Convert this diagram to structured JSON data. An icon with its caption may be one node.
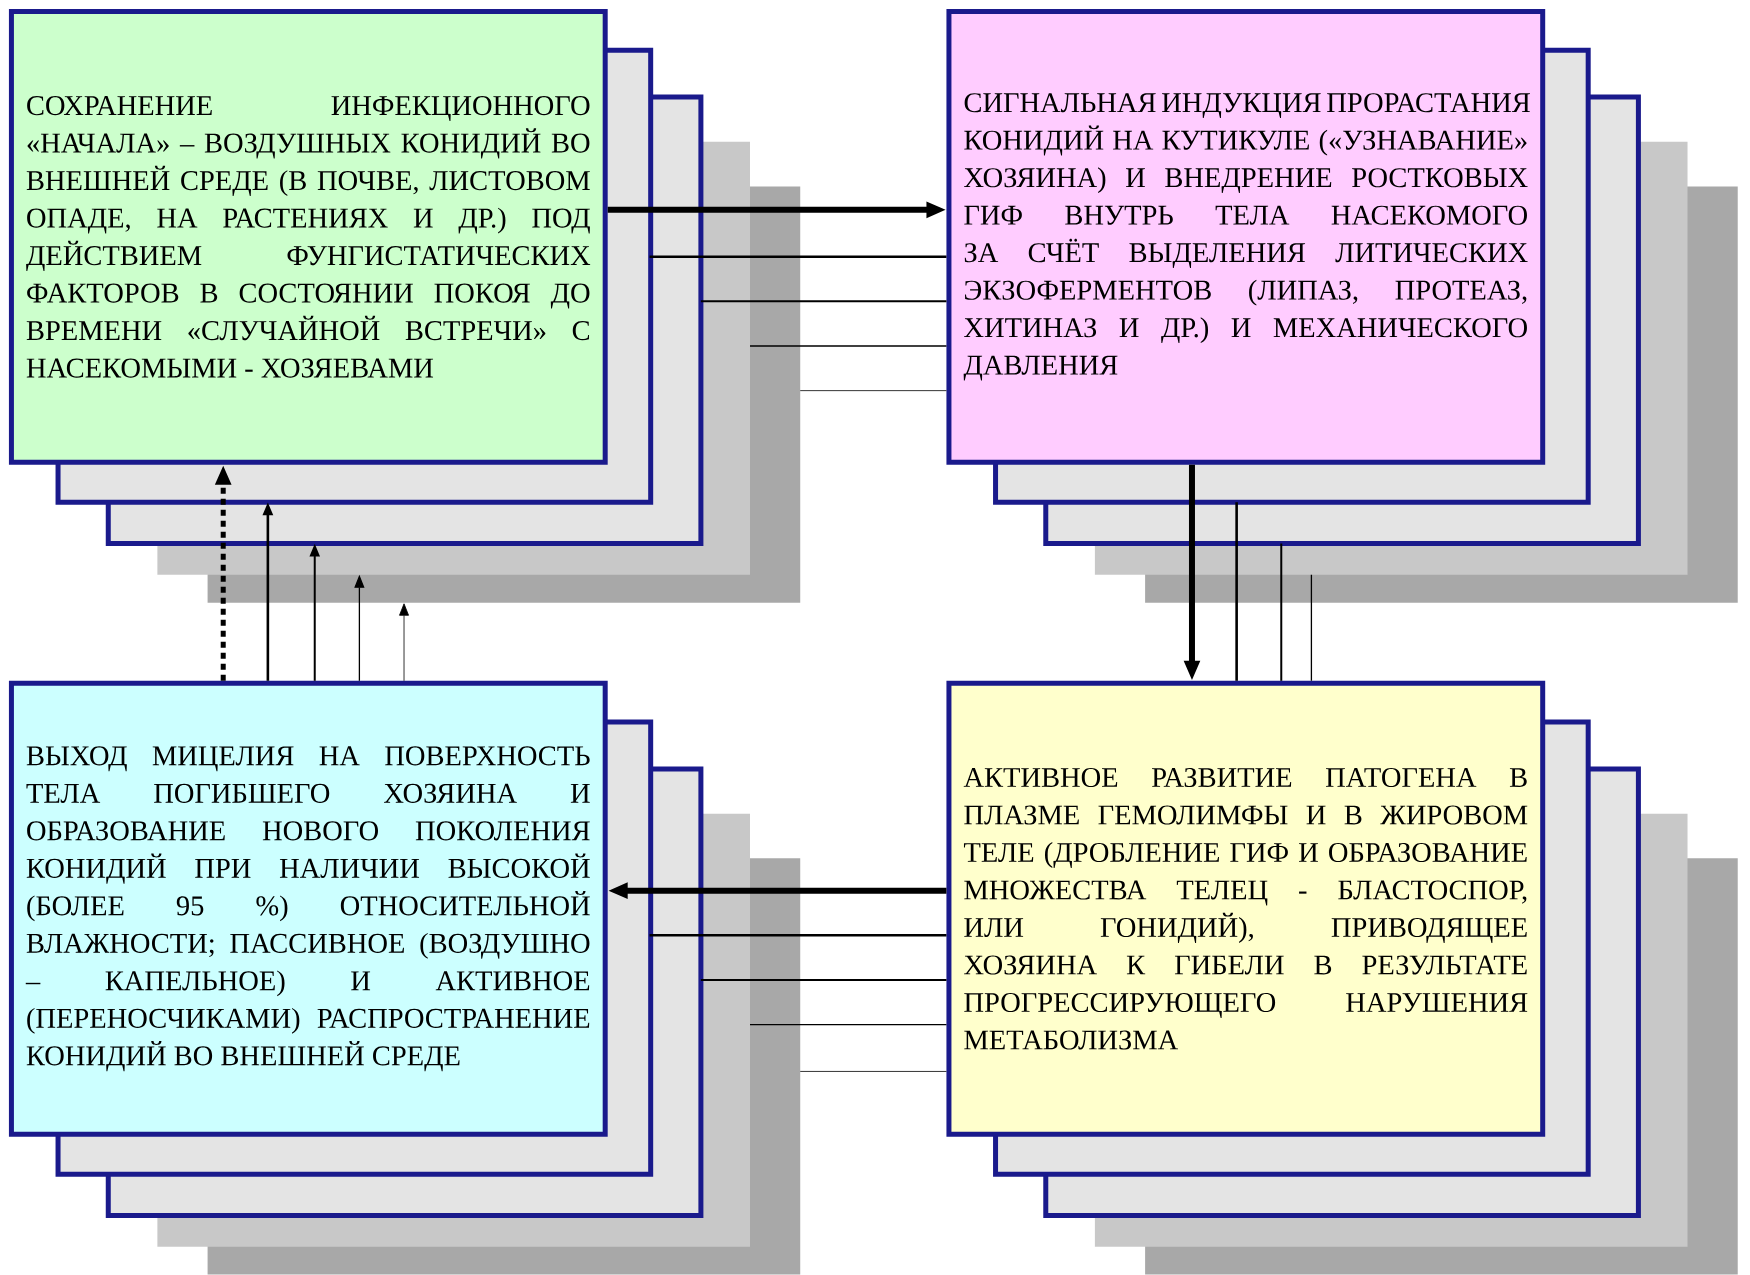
{
  "diagram": {
    "nodes": [
      {
        "text": [
          "СОХРАНЕНИЕ ИНФЕКЦИОННОГО «НАЧАЛА» – ВОЗДУШНЫХ КОНИДИЙ ВО ВНЕШНЕЙ СРЕДЕ (В ПОЧВЕ, ЛИСТОВОМ ОПАДЕ, НА РАСТЕНИЯХ И ДР.) ПОД ДЕЙСТВИЕМ ФУНГИСТАТИЧЕСКИХ ФАКТОРОВ В СОСТОЯНИИ ПОКОЯ ДО ВРЕМЕНИ «СЛУЧАЙНОЙ ВСТРЕЧИ» С НАСЕКОМЫМИ - ХОЗЯЕВАМИ"
        ]
      },
      {
        "text": [
          "СИГНАЛЬНАЯ ИНДУКЦИЯ ПРОРАСТАНИЯ КОНИДИЙ НА КУТИКУЛЕ («УЗНАВАНИЕ» ХОЗЯИНА) И ВНЕДРЕНИЕ РОСТКОВЫХ ГИФ ВНУТРЬ ТЕЛА НАСЕКОМОГО ЗА СЧЁТ ВЫДЕЛЕНИЯ ЛИТИЧЕСКИХ ЭКЗОФЕРМЕНТОВ (ЛИПАЗ, ПРОТЕАЗ, ХИТИНАЗ И ДР.) И МЕХАНИЧЕСКОГО ДАВЛЕНИЯ"
        ]
      },
      {
        "text": [
          "ВЫХОД МИЦЕЛИЯ НА ПОВЕРХНОСТЬ ТЕЛА ПОГИБШЕГО ХОЗЯИНА И ОБРАЗОВАНИЕ НОВОГО ПОКОЛЕНИЯ КОНИДИЙ ПРИ НАЛИЧИИ ВЫСОКОЙ (БОЛЕЕ 95 %) ОТНОСИТЕЛЬНОЙ ВЛАЖНОСТИ; ПАССИВНОЕ (ВОЗДУШНО – КАПЕЛЬНОЕ) И АКТИВНОЕ (ПЕРЕНОСЧИКАМИ) РАСПРОСТРАНЕНИЕ КОНИДИЙ ВО ВНЕШНЕЙ СРЕДЕ"
        ]
      },
      {
        "text": [
          "АКТИВНОЕ РАЗВИТИЕ ПАТОГЕНА В ПЛАЗМЕ ГЕМОЛИМФЫ И В ЖИРОВОМ ТЕЛЕ (ДРОБЛЕНИЕ ГИФ И ОБРАЗОВАНИЕ МНОЖЕСТВА ТЕЛЕЦ - БЛАСТОСПОР, ИЛИ ГОНИДИЙ), ПРИВОДЯЩЕЕ ХОЗЯИНА К ГИБЕЛИ В РЕЗУЛЬТАТЕ ПРОГРЕССИРУЮЩЕГО НАРУШЕНИЯ МЕТАБОЛИЗМА"
        ]
      }
    ],
    "edges": [
      {
        "from": 0,
        "to": 1,
        "arrow": "to",
        "style": "thick"
      },
      {
        "from": 0,
        "to": 1,
        "arrow": "none"
      },
      {
        "from": 0,
        "to": 1,
        "arrow": "none"
      },
      {
        "from": 0,
        "to": 1,
        "arrow": "none"
      },
      {
        "from": 0,
        "to": 1,
        "arrow": "none"
      },
      {
        "from": 1,
        "to": 3,
        "arrow": "to",
        "style": "thick"
      },
      {
        "from": 1,
        "to": 3,
        "arrow": "none"
      },
      {
        "from": 1,
        "to": 3,
        "arrow": "none"
      },
      {
        "from": 1,
        "to": 3,
        "arrow": "none"
      },
      {
        "from": 3,
        "to": 2,
        "arrow": "to",
        "style": "thick"
      },
      {
        "from": 3,
        "to": 2,
        "arrow": "none"
      },
      {
        "from": 3,
        "to": 2,
        "arrow": "none"
      },
      {
        "from": 3,
        "to": 2,
        "arrow": "none"
      },
      {
        "from": 3,
        "to": 2,
        "arrow": "none"
      },
      {
        "from": 2,
        "to": 0,
        "arrow": "to",
        "style": "dashed"
      },
      {
        "from": 2,
        "to": 0,
        "arrow": "to"
      },
      {
        "from": 2,
        "to": 0,
        "arrow": "to"
      },
      {
        "from": 2,
        "to": 0,
        "arrow": "to"
      },
      {
        "from": 2,
        "to": 0,
        "arrow": "to"
      }
    ]
  }
}
